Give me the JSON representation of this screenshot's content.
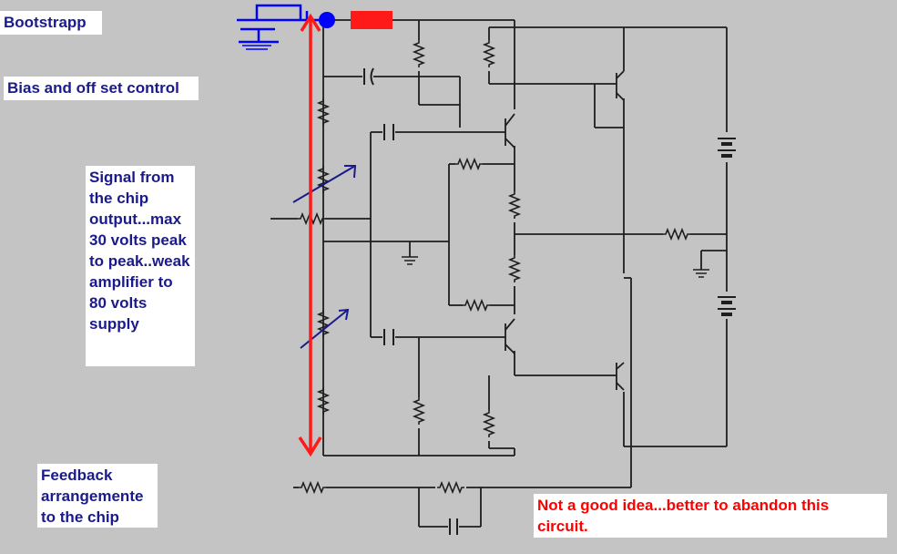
{
  "labels": {
    "bootstrapp": "Bootstrapp",
    "bias": "Bias and off set control",
    "signal": "Signal from the chip output...max 30 volts peak to peak..weak amplifier to 80 volts supply",
    "feedback": "Feedback arrangemente to the chip",
    "note": "Not a good idea...better to abandon this circuit."
  },
  "colors": {
    "background": "#c4c4c4",
    "wire": "#1e1e1e",
    "bootstrap_wire": "#0000ff",
    "arrow": "#ff1a1a",
    "label_text": "#1a1a8c",
    "note_text": "#ff0000"
  }
}
